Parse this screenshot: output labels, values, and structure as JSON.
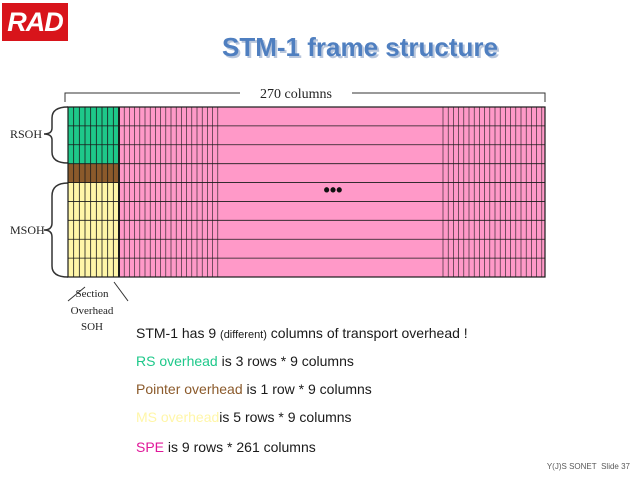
{
  "logo": {
    "text": "RAD"
  },
  "title": "STM-1 frame structure",
  "diagram": {
    "columns_label": "270 columns",
    "rsoh_label": "RSOH",
    "msoh_label": "MSOH",
    "ellipsis": "•••",
    "soh_label_line1": "Section",
    "soh_label_line2": "Overhead",
    "soh_label_line3": "SOH"
  },
  "bullets": {
    "b1_main": "STM-1 has 9",
    "b1_small": "(different)",
    "b1_rest": "columns of transport overhead !",
    "b2_colored": "RS overhead",
    "b2_rest": "is 3 rows * 9 columns",
    "b3_colored": "Pointer overhead",
    "b3_rest": "is 1 row * 9 columns",
    "b4_colored": "MS overhead",
    "b4_rest": "is 5 rows * 9 columns",
    "b5_colored": "SPE",
    "b5_rest": "is 9 rows * 261 columns"
  },
  "footer": {
    "left": "Y(J)S SONET",
    "right": "Slide 37"
  },
  "colors": {
    "rs": "#1ec88a",
    "pointer": "#8b5a2b",
    "ms": "#fff6a8",
    "spe": "#ff99c8",
    "spe_text": "#e0189a",
    "title": "#4f7fc0"
  }
}
